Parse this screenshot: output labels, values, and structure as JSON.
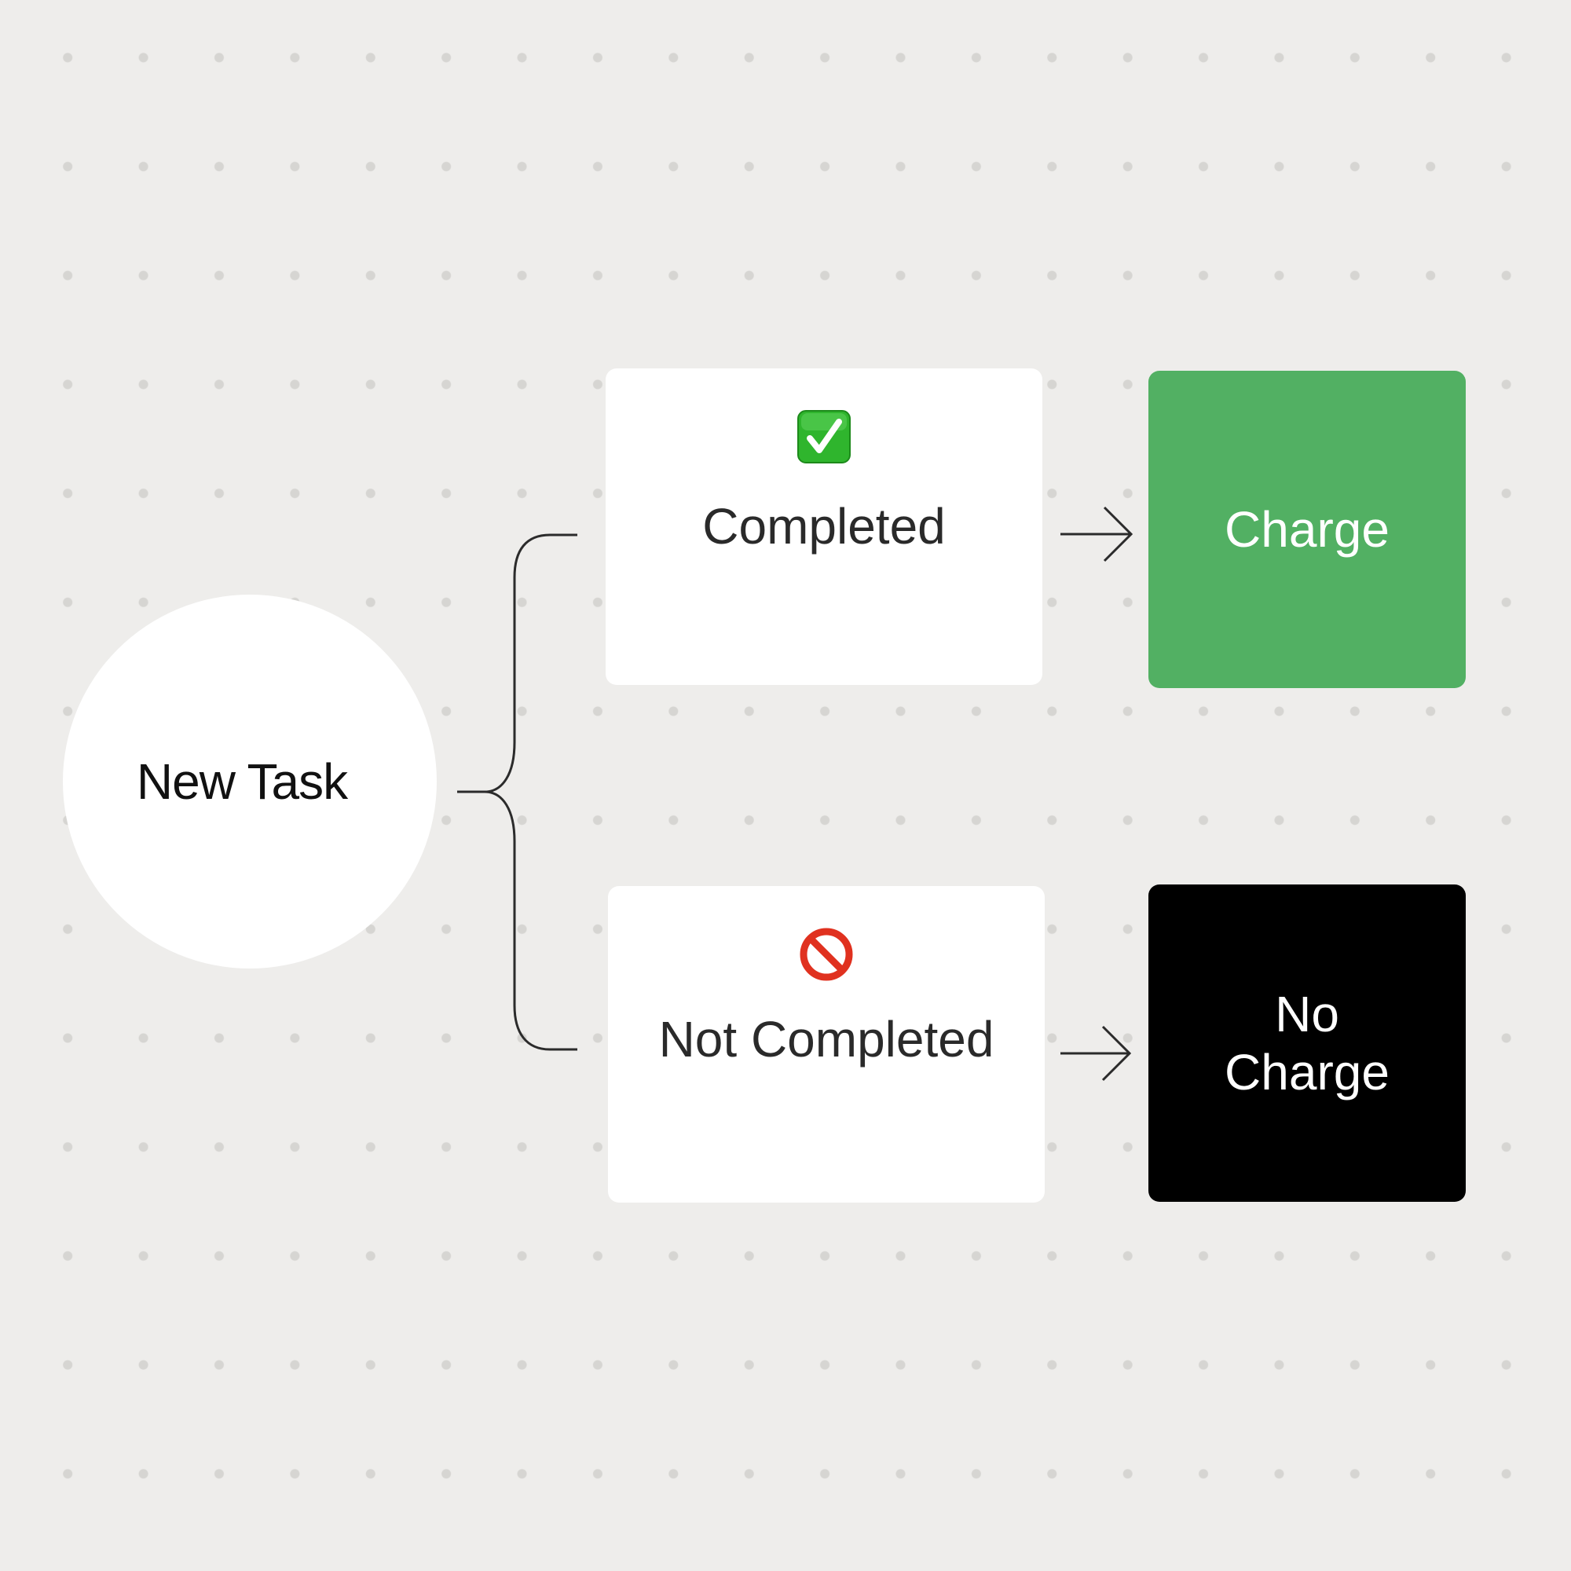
{
  "diagram": {
    "start": {
      "label": "New Task"
    },
    "branches": [
      {
        "icon": "check-mark-button-icon",
        "label": "Completed",
        "outcome": [
          "Charge"
        ],
        "outcome_color": "#52b063"
      },
      {
        "icon": "prohibited-icon",
        "label": "Not Completed",
        "outcome": [
          "No",
          "Charge"
        ],
        "outcome_color": "#000000"
      }
    ]
  },
  "colors": {
    "background": "#eeedeb",
    "dot": "#d6d5d2",
    "card": "#ffffff",
    "connector": "#2b2b2b",
    "check_green": "#2fb52d",
    "prohibited_red": "#e0311f"
  }
}
